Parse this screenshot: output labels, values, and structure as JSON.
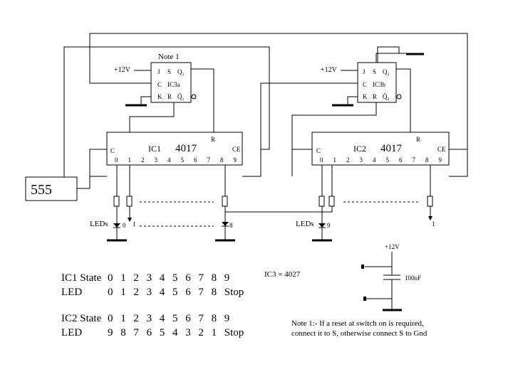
{
  "labels": {
    "timer": "555",
    "note_tag": "Note 1",
    "ic1_name": "IC1",
    "ic1_type": "4017",
    "ic2_name": "IC2",
    "ic2_type": "4017",
    "ic3a": "IC3a",
    "ic3b": "IC3b",
    "ic3_def": "IC3 = 4027",
    "plus12_a": "+12V",
    "plus12_b": "+12V",
    "plus12_c": "+12V",
    "leds_1": "LEDs",
    "leds_2": "LEDs",
    "led_0": "0",
    "led_1": "1",
    "led_8": "8",
    "led_9": "9",
    "led_1b": "1",
    "cap": "100nF",
    "pin_c": "C",
    "pin_ce": "CE",
    "pin_r": "R",
    "ff_j": "J",
    "ff_s": "S",
    "ff_c": "C",
    "ff_k": "K",
    "ff_r": "R",
    "ff_q1": "Q₁",
    "ff_qb1": "Q̄₁",
    "ff_q2": "Q₂",
    "ff_qb2": "Q̄₂",
    "note_line1": "Note 1:-  If a reset at switch on is required,",
    "note_line2": "connect it to S, otherwise connect S to Gnd"
  },
  "outputs": [
    "0",
    "1",
    "2",
    "3",
    "4",
    "5",
    "6",
    "7",
    "8",
    "9"
  ],
  "table": {
    "rows": [
      {
        "label": "IC1 State",
        "values": [
          "0",
          "1",
          "2",
          "3",
          "4",
          "5",
          "6",
          "7",
          "8",
          "9"
        ]
      },
      {
        "label": "LED",
        "values": [
          "0",
          "1",
          "2",
          "3",
          "4",
          "5",
          "6",
          "7",
          "8",
          "Stop"
        ]
      },
      {
        "label": "IC2 State",
        "values": [
          "0",
          "1",
          "2",
          "3",
          "4",
          "5",
          "6",
          "7",
          "8",
          "9"
        ]
      },
      {
        "label": "LED",
        "values": [
          "9",
          "8",
          "7",
          "6",
          "5",
          "4",
          "3",
          "2",
          "1",
          "Stop"
        ]
      }
    ]
  }
}
